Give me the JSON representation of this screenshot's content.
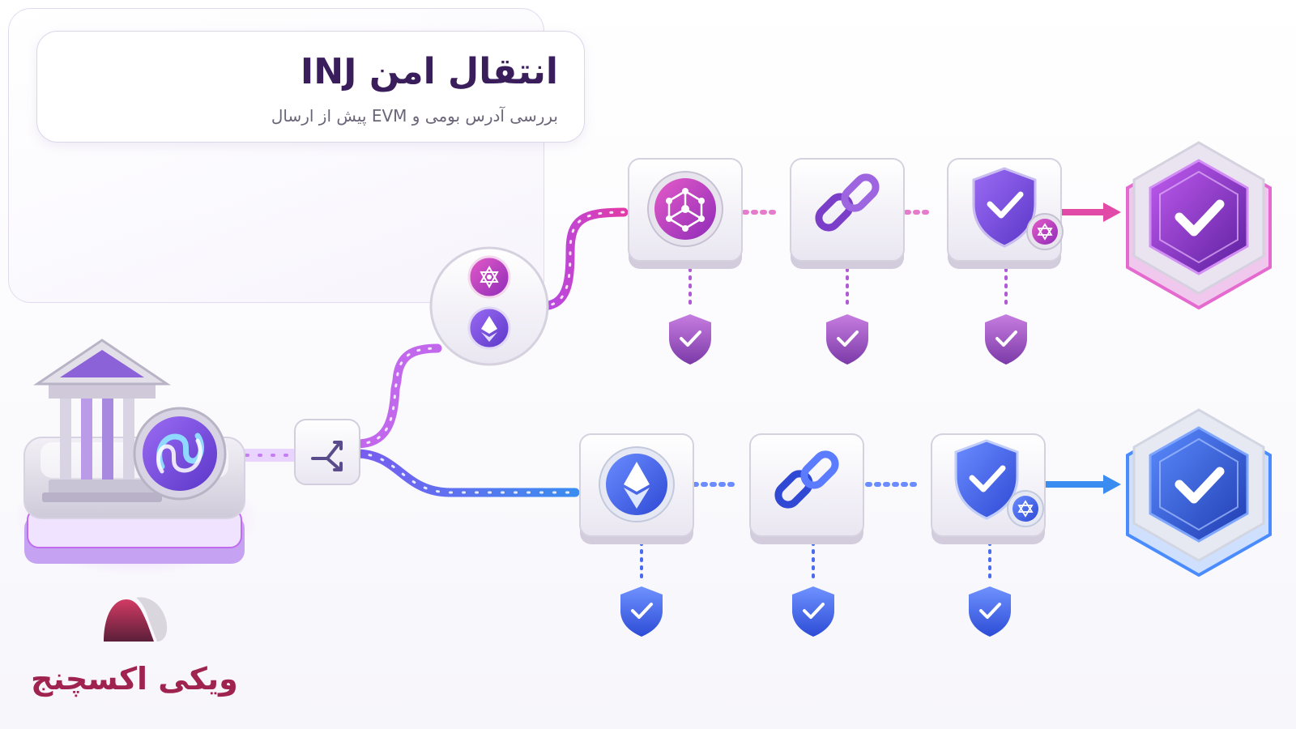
{
  "header": {
    "title": "انتقال امن INJ",
    "subtitle": "بررسی آدرس بومی و EVM پیش از ارسال"
  },
  "brand": {
    "name": "ویکی اکسچنج",
    "color": "#a0234f"
  },
  "colors": {
    "native_path": "#d63bb4",
    "evm_path": "#4a63e8",
    "bank_glow": "#b44bff"
  },
  "icons": {
    "source": "bank-building-icon",
    "token": "injective-logo-icon",
    "split": "fork-arrow-icon",
    "network_selector": [
      "cosmos-network-icon",
      "ethereum-icon"
    ],
    "native_steps": [
      "cosmos-network-icon",
      "chain-link-icon",
      "shield-check-icon"
    ],
    "evm_steps": [
      "ethereum-icon",
      "chain-link-icon",
      "shield-check-icon"
    ],
    "checkpoints": "shield-check-icon",
    "final": "hexagon-check-icon"
  }
}
